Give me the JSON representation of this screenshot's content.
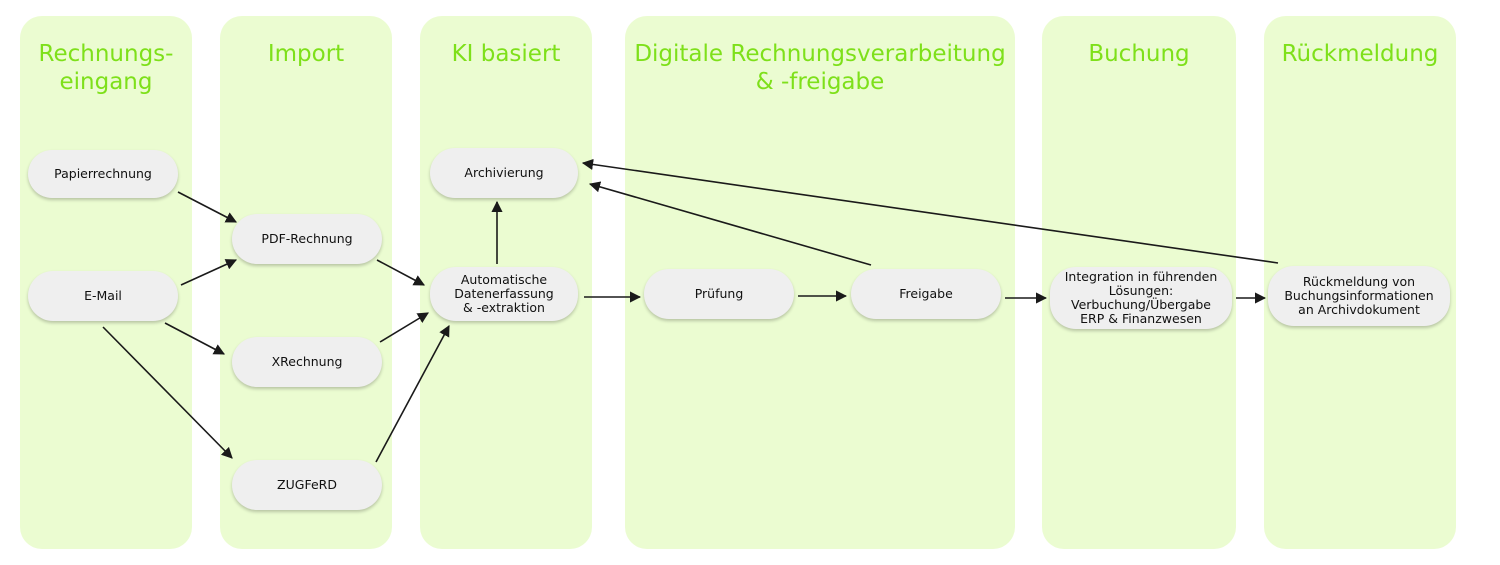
{
  "colors": {
    "lane_background": "#ebfcd1",
    "lane_title": "#7ee01a",
    "node_background": "#efefef",
    "arrow": "#1a1a1a"
  },
  "lanes": [
    {
      "id": "rechnungseingang",
      "title": "Rechnungs-\neingang"
    },
    {
      "id": "import",
      "title": "Import"
    },
    {
      "id": "ki",
      "title": "KI basiert"
    },
    {
      "id": "digital",
      "title": "Digitale Rechnungsverarbeitung\n& -freigabe"
    },
    {
      "id": "buchung",
      "title": "Buchung"
    },
    {
      "id": "rueckmeldung",
      "title": "Rückmeldung"
    }
  ],
  "nodes": {
    "papierrechnung": "Papierrechnung",
    "email": "E-Mail",
    "pdf": "PDF-Rechnung",
    "xrechnung": "XRechnung",
    "zugferd": "ZUGFeRD",
    "archivierung": "Archivierung",
    "erfassung": "Automatische\nDatenerfassung\n& -extraktion",
    "pruefung": "Prüfung",
    "freigabe": "Freigabe",
    "integration": "Integration in führenden\nLösungen:\nVerbuchung/Übergabe\nERP & Finanzwesen",
    "rueckmeldung": "Rückmeldung von\nBuchungsinformationen\nan Archivdokument"
  },
  "edges": [
    {
      "from": "papierrechnung",
      "to": "pdf"
    },
    {
      "from": "email",
      "to": "pdf"
    },
    {
      "from": "email",
      "to": "xrechnung"
    },
    {
      "from": "email",
      "to": "zugferd"
    },
    {
      "from": "pdf",
      "to": "erfassung"
    },
    {
      "from": "xrechnung",
      "to": "erfassung"
    },
    {
      "from": "zugferd",
      "to": "erfassung"
    },
    {
      "from": "erfassung",
      "to": "archivierung"
    },
    {
      "from": "erfassung",
      "to": "pruefung"
    },
    {
      "from": "pruefung",
      "to": "freigabe"
    },
    {
      "from": "freigabe",
      "to": "integration"
    },
    {
      "from": "integration",
      "to": "rueckmeldung"
    },
    {
      "from": "freigabe",
      "to": "archivierung"
    },
    {
      "from": "rueckmeldung",
      "to": "archivierung"
    }
  ]
}
